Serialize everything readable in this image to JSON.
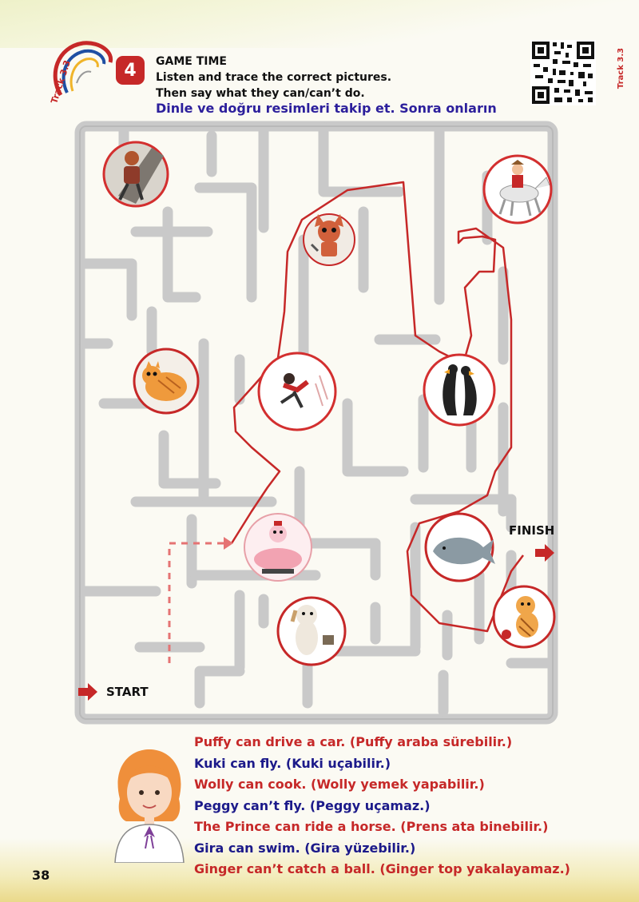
{
  "header": {
    "track_label": "Track 3.3",
    "activity_number": "4",
    "title": "GAME TIME",
    "instruction_1": "Listen and trace the correct pictures.",
    "instruction_2": "Then say what they can/can’t do.",
    "translation": "Dinle ve doğru resimleri takip et. Sonra onların",
    "qr_track_label": "Track 3.3"
  },
  "maze": {
    "start_label": "START",
    "finish_label": "FINISH",
    "pictures": [
      "climber-picture",
      "prince-horse-picture",
      "fox-cook-picture",
      "cat-picture",
      "runner-picture",
      "penguin-picture",
      "pig-car-picture",
      "whale-picture",
      "dog-picture",
      "tiger-ball-picture"
    ]
  },
  "sentences": [
    {
      "text": "Puffy can drive a car. (Puffy araba sürebilir.)",
      "color": "#c62828"
    },
    {
      "text": "Kuki can fly. (Kuki uçabilir.)",
      "color": "#1c1a8a"
    },
    {
      "text": "Wolly can cook. (Wolly yemek yapabilir.)",
      "color": "#c62828"
    },
    {
      "text": "Peggy can’t fly. (Peggy uçamaz.)",
      "color": "#1c1a8a"
    },
    {
      "text": "The Prince can ride a horse. (Prens ata binebilir.)",
      "color": "#c62828"
    },
    {
      "text": "Gira can swim. (Gira yüzebilir.)",
      "color": "#1c1a8a"
    },
    {
      "text": "Ginger can’t catch a ball. (Ginger top yakalayamaz.)",
      "color": "#c62828"
    }
  ],
  "page_number": "38",
  "colors": {
    "accent_red": "#c62828",
    "text_blue": "#1c1a8a",
    "maze_wall": "#c9c9c9"
  }
}
